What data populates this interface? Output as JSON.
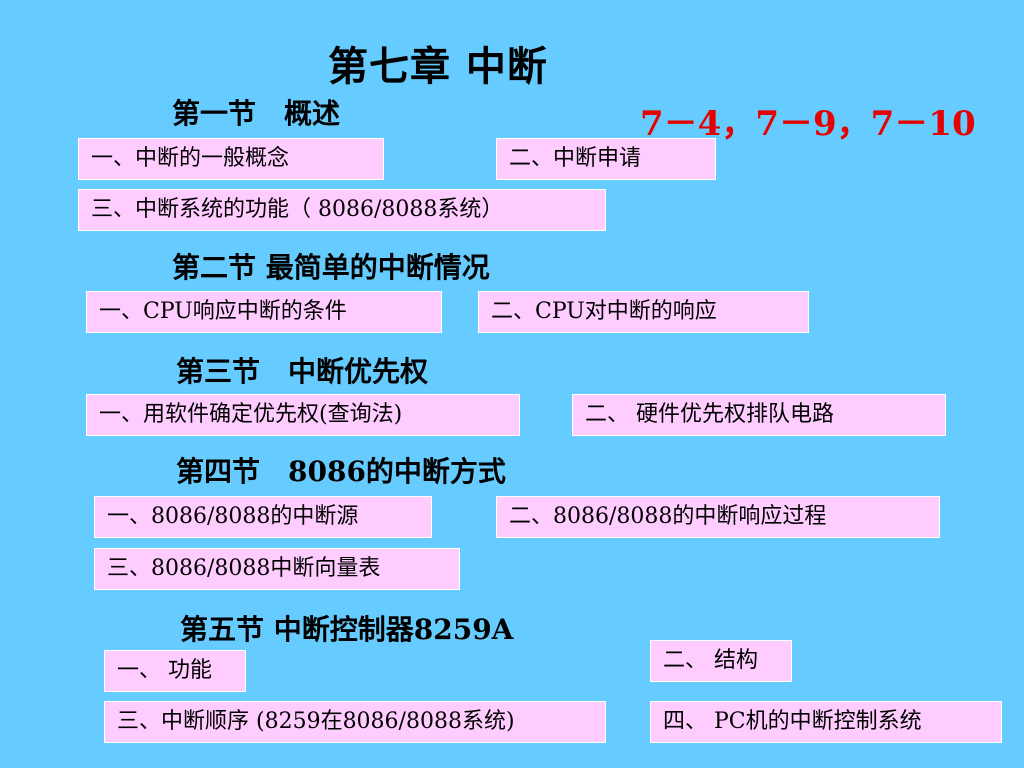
{
  "slide": {
    "title": "第七章  中断",
    "exercise_refs": "7－4，7－9，7－10",
    "sections": [
      {
        "heading": "第一节　概述",
        "items": [
          "一、中断的一般概念",
          "二、中断申请",
          "三、中断系统的功能（ 8086/8088系统）"
        ]
      },
      {
        "heading": "第二节   最简单的中断情况",
        "items": [
          "一、CPU响应中断的条件",
          "二、CPU对中断的响应"
        ]
      },
      {
        "heading": "第三节　中断优先权",
        "items": [
          "一、用软件确定优先权(查询法)",
          "二、  硬件优先权排队电路"
        ]
      },
      {
        "heading": "第四节　8086的中断方式",
        "items": [
          "一、8086/8088的中断源",
          "二、8086/8088的中断响应过程",
          "三、8086/8088中断向量表"
        ]
      },
      {
        "heading": "第五节     中断控制器8259A",
        "items": [
          "一、 功能",
          "二、 结构",
          "三、中断顺序  (8259在8086/8088系统)",
          "四、  PC机的中断控制系统"
        ]
      }
    ]
  },
  "colors": {
    "background": "#66ccff",
    "box": "#ffccff",
    "exercise_text": "#e60000"
  }
}
